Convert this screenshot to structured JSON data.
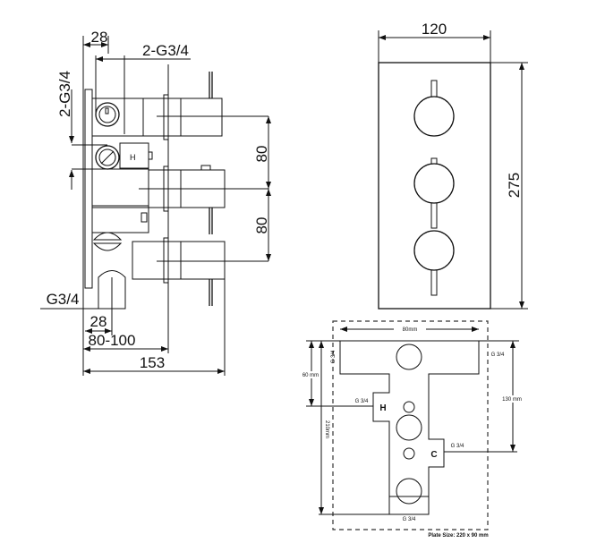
{
  "side_view": {
    "dim_top_28": "28",
    "dim_top_inlet": "2-G3/4",
    "dim_left_inlet": "2-G3/4",
    "hot_mark": "H",
    "dim_spacing_1": "80",
    "dim_spacing_2": "80",
    "dim_outlet": "G3/4",
    "dim_bottom_28": "28",
    "dim_depth": "80-100",
    "dim_total": "153"
  },
  "front_view": {
    "dim_width": "120",
    "dim_height": "275"
  },
  "plate_view": {
    "dim_80mm": "80mm",
    "dim_60mm": "60 mm",
    "dim_210mm": "210mm",
    "dim_130mm": "130 mm",
    "port_top_left": "G 3/4",
    "port_top_right": "G 3/4",
    "port_hot": "G 3/4",
    "port_cold": "G 3/4",
    "port_bottom": "G 3/4",
    "hot_label": "H",
    "cold_label": "C",
    "plate_size": "Plate Size: 220 x 90 mm"
  }
}
